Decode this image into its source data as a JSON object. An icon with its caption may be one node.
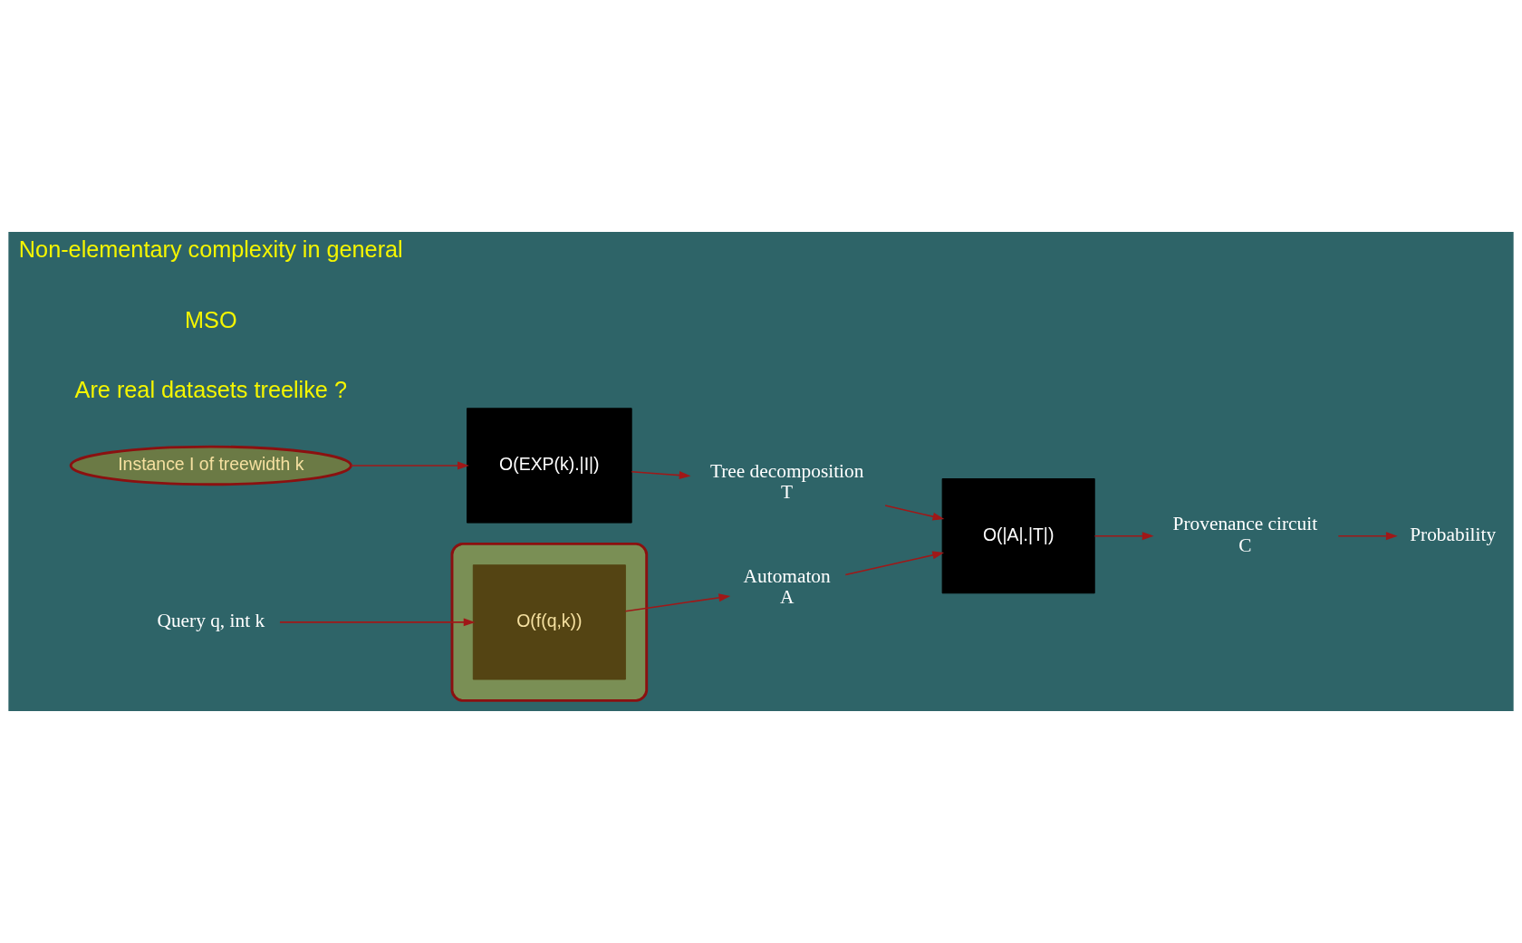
{
  "diagram": {
    "nodes": [
      {
        "text": [
          "Instance I of treewidth k"
        ]
      },
      {
        "text": [
          "O(EXP(k).|I|)"
        ]
      },
      {
        "text": [
          "Tree decomposition",
          "T"
        ]
      },
      {
        "text": [
          "O(|A|.|T|)"
        ]
      },
      {
        "text": [
          "Query q, int k"
        ]
      },
      {
        "text": [],
        "shape": "ellipse"
      },
      {
        "text": [
          "O(f(q,k))"
        ],
        "in": 5
      },
      {
        "text": [
          "Automaton",
          "A"
        ]
      },
      {
        "text": [
          "Provenance circuit",
          "C"
        ]
      },
      {
        "text": [
          "Probability"
        ]
      }
    ],
    "edges": [
      {
        "from": 0,
        "to": 1,
        "arrow": "to"
      },
      {
        "from": 1,
        "to": 2,
        "arrow": "to"
      },
      {
        "from": 2,
        "to": 3,
        "arrow": "to"
      },
      {
        "from": 4,
        "to": 6,
        "arrow": "to"
      },
      {
        "from": 6,
        "to": 7,
        "arrow": "to"
      },
      {
        "from": 7,
        "to": 3,
        "arrow": "to"
      },
      {
        "from": 3,
        "to": 8,
        "arrow": "to"
      },
      {
        "from": 8,
        "to": 9,
        "arrow": "to"
      }
    ],
    "labels": [
      "Are real datasets treelike ?",
      "MSO",
      "Non-elementary complexity in general"
    ]
  }
}
